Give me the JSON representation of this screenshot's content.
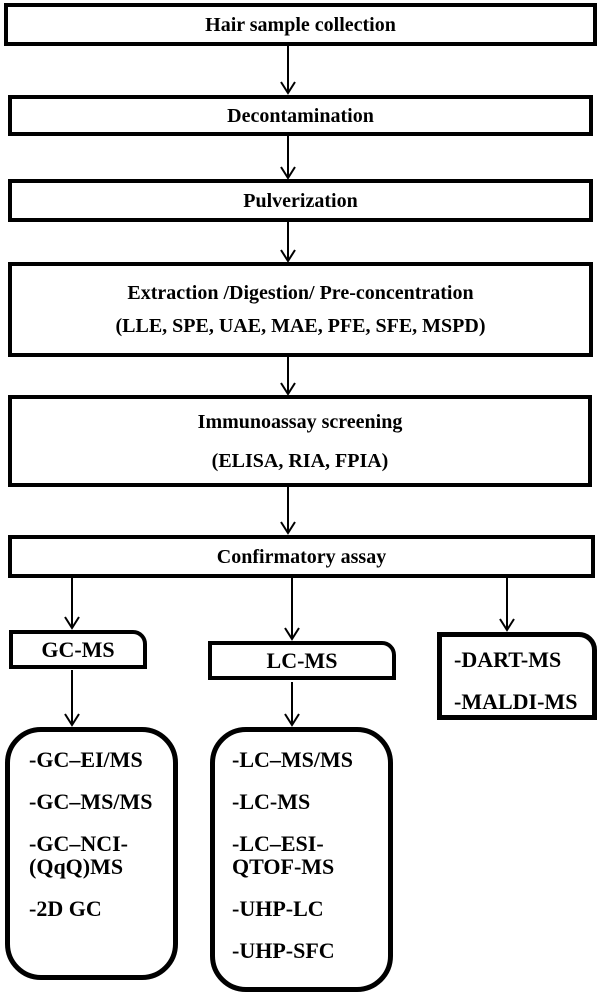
{
  "figure": {
    "type": "flowchart",
    "colors": {
      "line": "#000000",
      "background": "#ffffff",
      "text": "#000000"
    },
    "nodes": {
      "collection": {
        "label": "Hair sample collection"
      },
      "decontamination": {
        "label": "Decontamination"
      },
      "pulverization": {
        "label": "Pulverization"
      },
      "extraction": {
        "title": "Extraction /Digestion/ Pre-concentration",
        "subtitle": "(LLE, SPE, UAE, MAE, PFE, SFE, MSPD)"
      },
      "immunoassay": {
        "title": "Immunoassay screening",
        "subtitle": "(ELISA, RIA, FPIA)"
      },
      "confirmatory": {
        "label": "Confirmatory assay"
      },
      "gc_ms": {
        "label": "GC-MS"
      },
      "lc_ms": {
        "label": "LC-MS"
      },
      "ambient_ms": {
        "items": [
          "-DART-MS",
          "-MALDI-MS"
        ]
      },
      "gc_methods": {
        "items": [
          "-GC–EI/MS",
          "-GC–MS/MS",
          "-GC–NCI-\n(QqQ)MS",
          "-2D GC"
        ]
      },
      "lc_methods": {
        "items": [
          "-LC–MS/MS",
          "-LC-MS",
          "-LC–ESI-\nQTOF-MS",
          "-UHP-LC",
          "-UHP-SFC"
        ]
      }
    }
  }
}
